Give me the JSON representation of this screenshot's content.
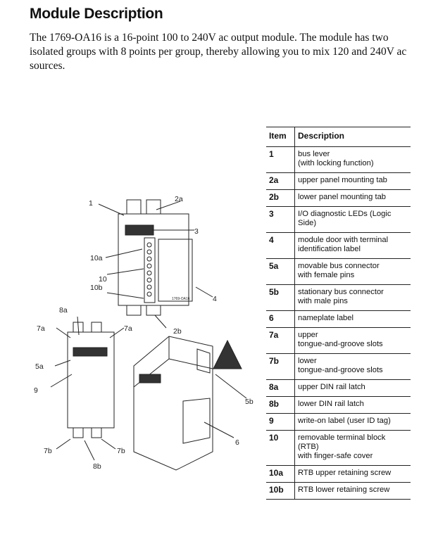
{
  "heading": "Module Description",
  "intro": "The 1769-OA16 is a 16-point 100 to 240V ac output module. The module has two isolated groups with 8 points per group, thereby allowing you to mix 120 and 240V ac sources.",
  "figure": {
    "callouts": [
      "1",
      "2a",
      "3",
      "10a",
      "10",
      "10b",
      "4",
      "8a",
      "7a",
      "7a",
      "2b",
      "5a",
      "9",
      "5b",
      "6",
      "7b",
      "7b",
      "8b"
    ],
    "module_label": "1769-OA16"
  },
  "table": {
    "headers": [
      "Item",
      "Description"
    ],
    "rows": [
      {
        "item": "1",
        "desc": "bus lever\n(with locking function)"
      },
      {
        "item": "2a",
        "desc": "upper panel mounting tab"
      },
      {
        "item": "2b",
        "desc": "lower panel mounting tab"
      },
      {
        "item": "3",
        "desc": "I/O diagnostic LEDs (Logic Side)"
      },
      {
        "item": "4",
        "desc": "module door with terminal\nidentification label"
      },
      {
        "item": "5a",
        "desc": "movable bus connector\nwith female pins"
      },
      {
        "item": "5b",
        "desc": "stationary bus connector\nwith male pins"
      },
      {
        "item": "6",
        "desc": "nameplate label"
      },
      {
        "item": "7a",
        "desc": "upper\ntongue-and-groove slots"
      },
      {
        "item": "7b",
        "desc": "lower\ntongue-and-groove slots"
      },
      {
        "item": "8a",
        "desc": "upper DIN rail latch"
      },
      {
        "item": "8b",
        "desc": "lower DIN rail latch"
      },
      {
        "item": "9",
        "desc": "write-on label (user ID tag)"
      },
      {
        "item": "10",
        "desc": "removable terminal block (RTB)\nwith finger-safe cover"
      },
      {
        "item": "10a",
        "desc": "RTB upper retaining screw"
      },
      {
        "item": "10b",
        "desc": "RTB lower retaining screw"
      }
    ]
  }
}
